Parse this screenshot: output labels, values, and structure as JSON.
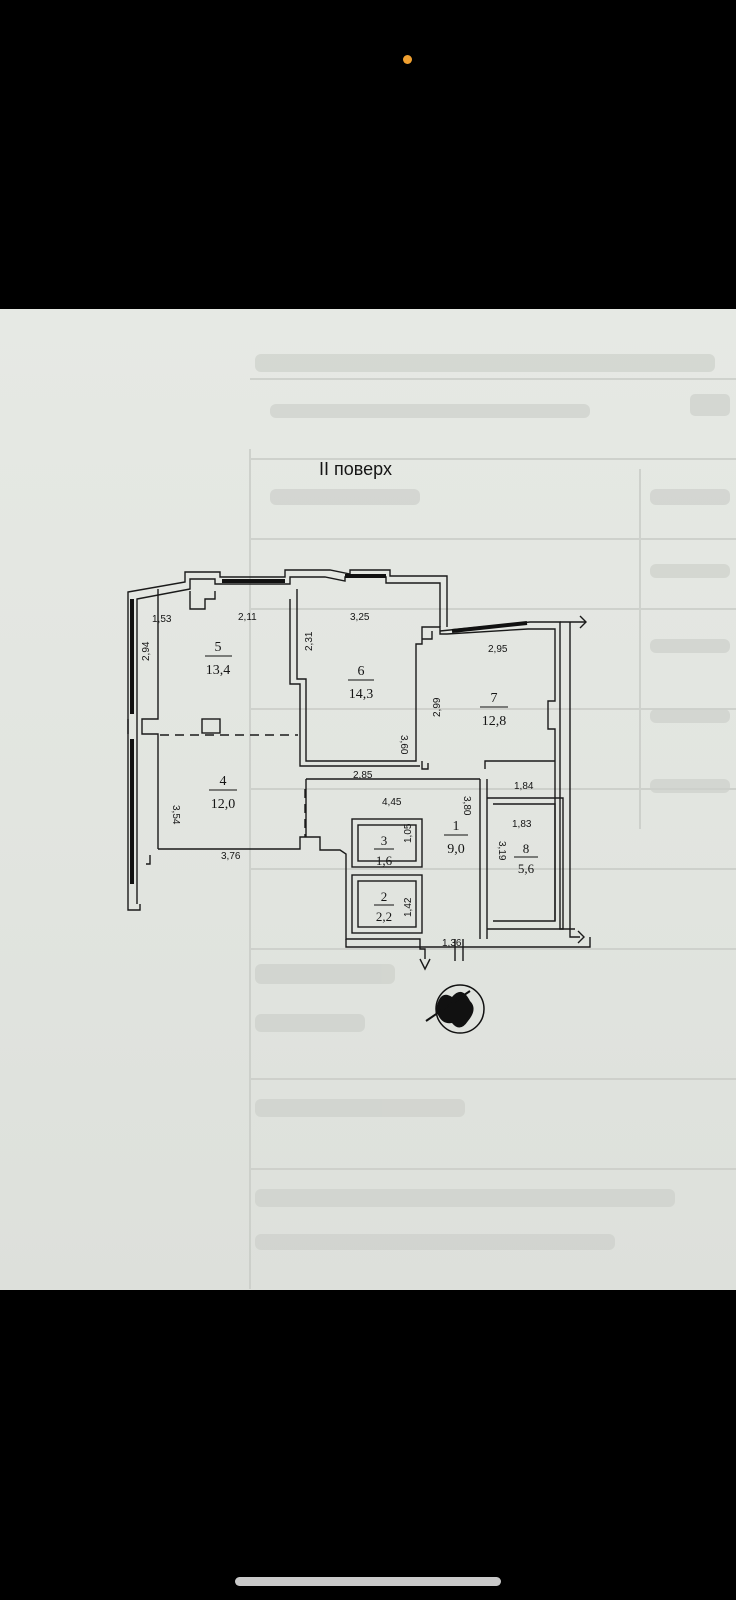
{
  "heading": "II поверх",
  "rooms": [
    {
      "num": "5",
      "area": "13,4"
    },
    {
      "num": "6",
      "area": "14,3"
    },
    {
      "num": "7",
      "area": "12,8"
    },
    {
      "num": "4",
      "area": "12,0"
    },
    {
      "num": "1",
      "area": "9,0"
    },
    {
      "num": "3",
      "area": "1,6"
    },
    {
      "num": "2",
      "area": "2,2"
    },
    {
      "num": "8",
      "area": "5,6"
    }
  ],
  "dims": [
    "1,53",
    "2,11",
    "3,25",
    "2,94",
    "2,31",
    "3,60",
    "2,85",
    "2,95",
    "2,99",
    "1,84",
    "3,54",
    "4,45",
    "3,80",
    "1,83",
    "3,76",
    "1,05",
    "3,19",
    "1,42",
    "1,36"
  ],
  "colors": {
    "background": "#000000",
    "paper": "#e3e6e1",
    "ink": "#151515",
    "status_dot": "#f0a030"
  },
  "icons": [
    "status-dot-icon",
    "compass-icon",
    "home-indicator-icon"
  ]
}
